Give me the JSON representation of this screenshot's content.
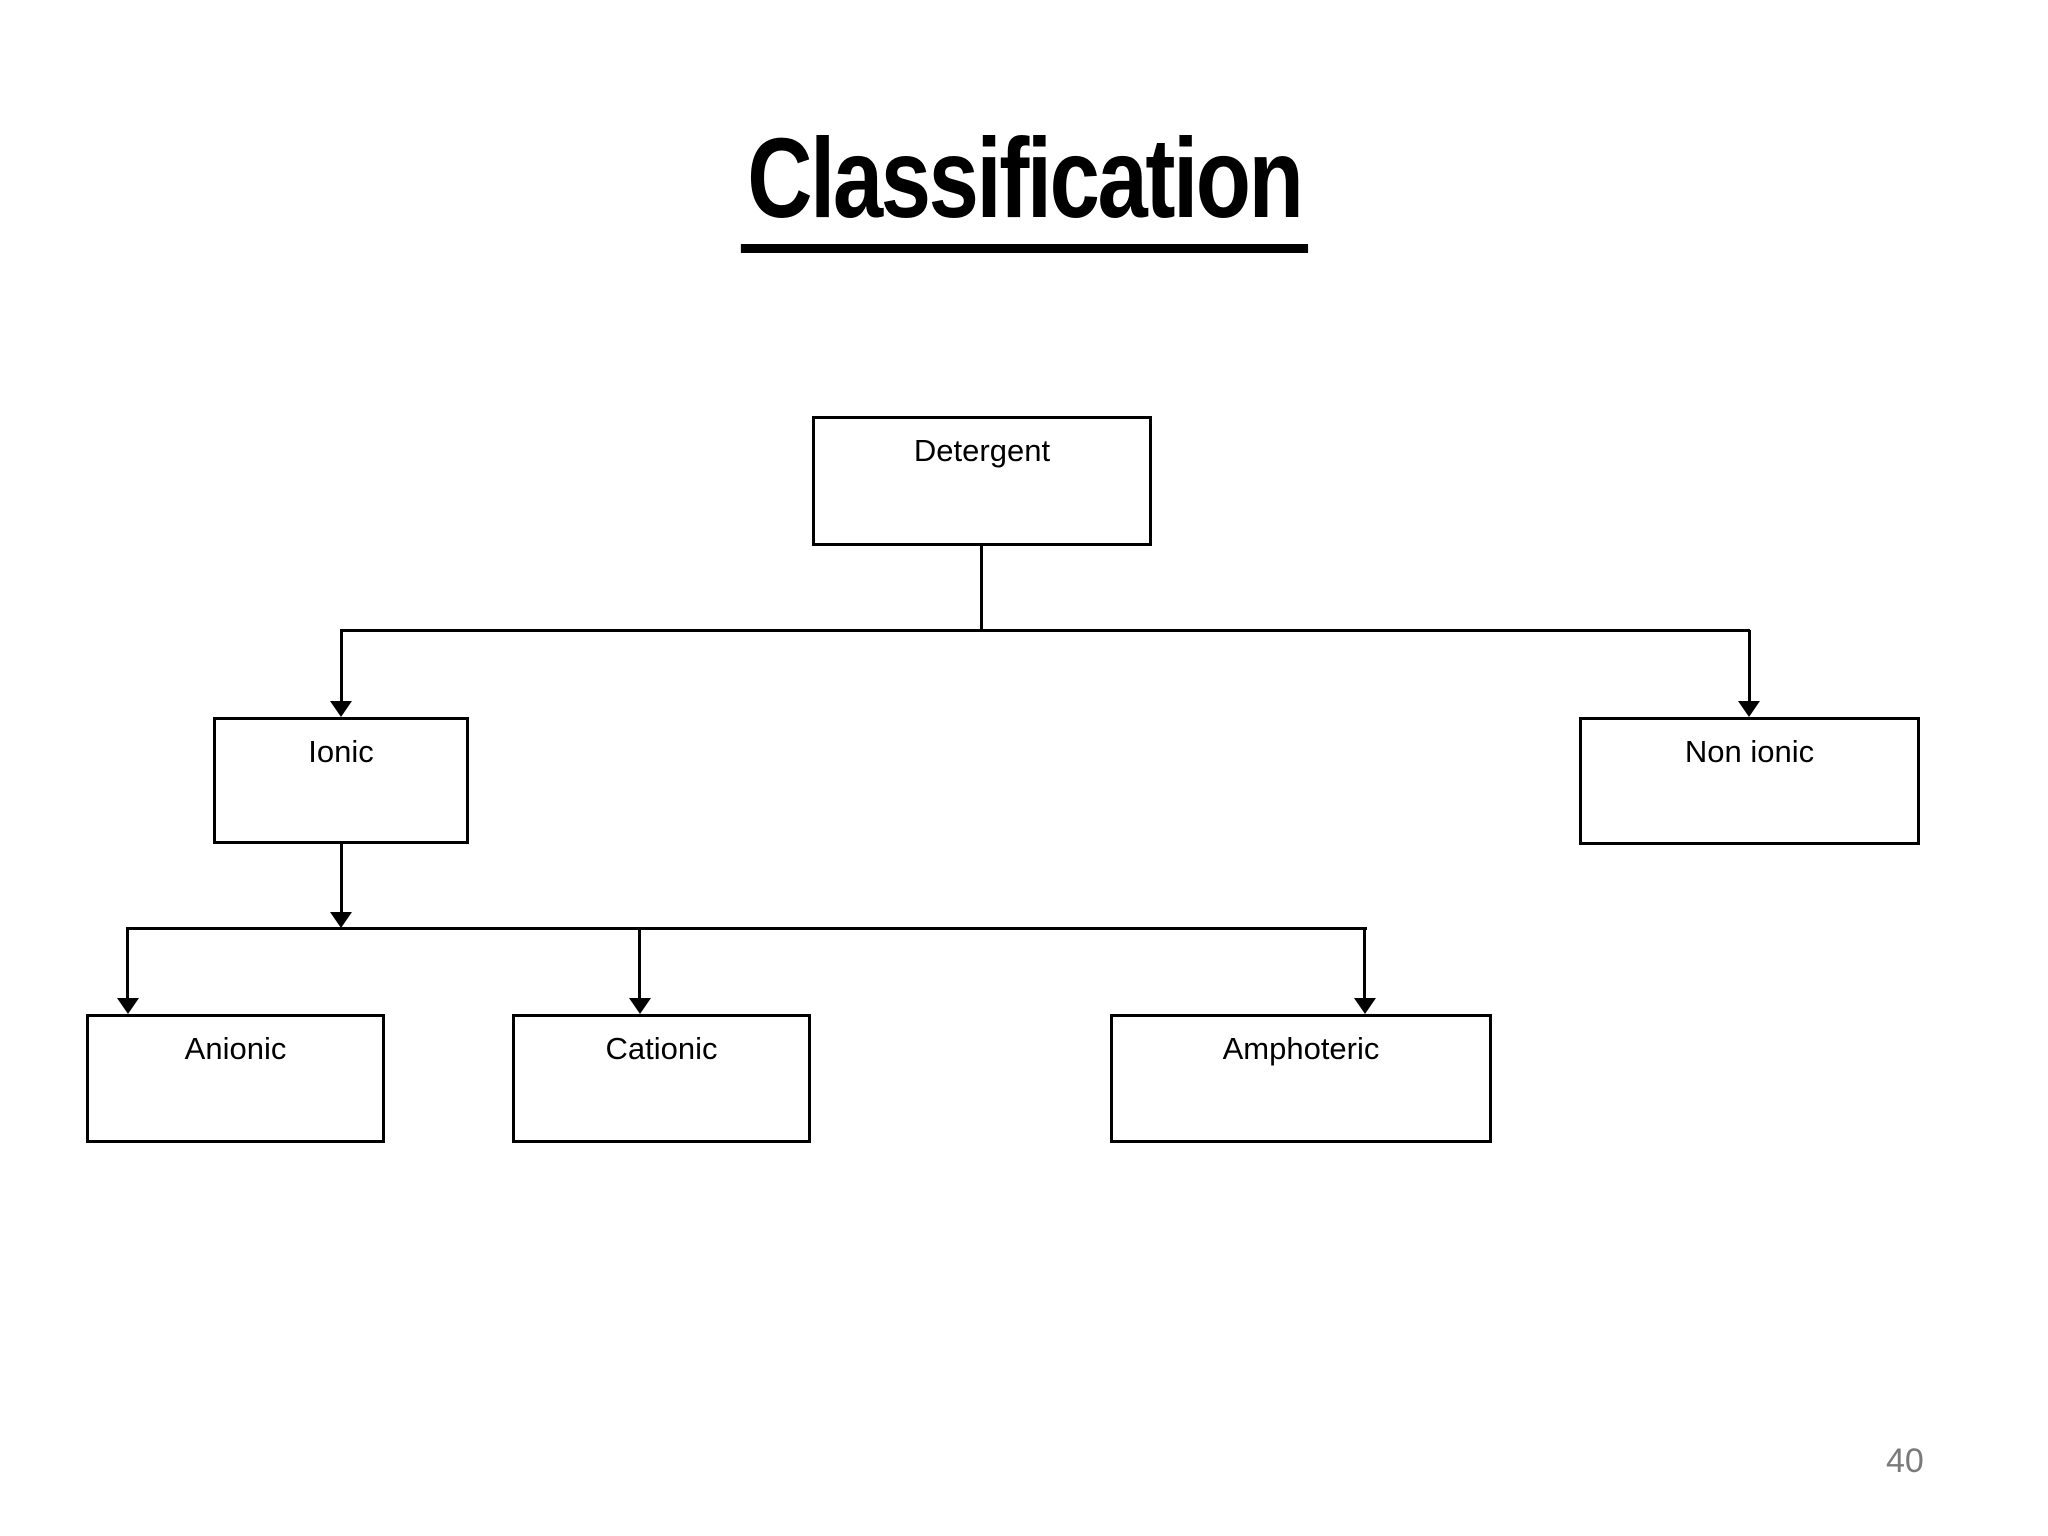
{
  "slide": {
    "title": "Classification",
    "page_number": "40"
  },
  "diagram": {
    "type": "flowchart-tree",
    "nodes": [
      {
        "id": "detergent",
        "label": "Detergent",
        "level": 1
      },
      {
        "id": "ionic",
        "label": "Ionic",
        "level": 2
      },
      {
        "id": "non-ionic",
        "label": "Non ionic",
        "level": 2
      },
      {
        "id": "anionic",
        "label": "Anionic",
        "level": 3
      },
      {
        "id": "cationic",
        "label": "Cationic",
        "level": 3
      },
      {
        "id": "amphoteric",
        "label": "Amphoteric",
        "level": 3
      }
    ],
    "edges": [
      {
        "from": "detergent",
        "to": "ionic"
      },
      {
        "from": "detergent",
        "to": "non-ionic"
      },
      {
        "from": "ionic",
        "to": "anionic"
      },
      {
        "from": "ionic",
        "to": "cationic"
      },
      {
        "from": "ionic",
        "to": "amphoteric"
      }
    ],
    "colors": {
      "line": "#000000",
      "box_border": "#000000",
      "text": "#000000",
      "page_number": "#7a7a7a",
      "background": "#ffffff"
    }
  }
}
